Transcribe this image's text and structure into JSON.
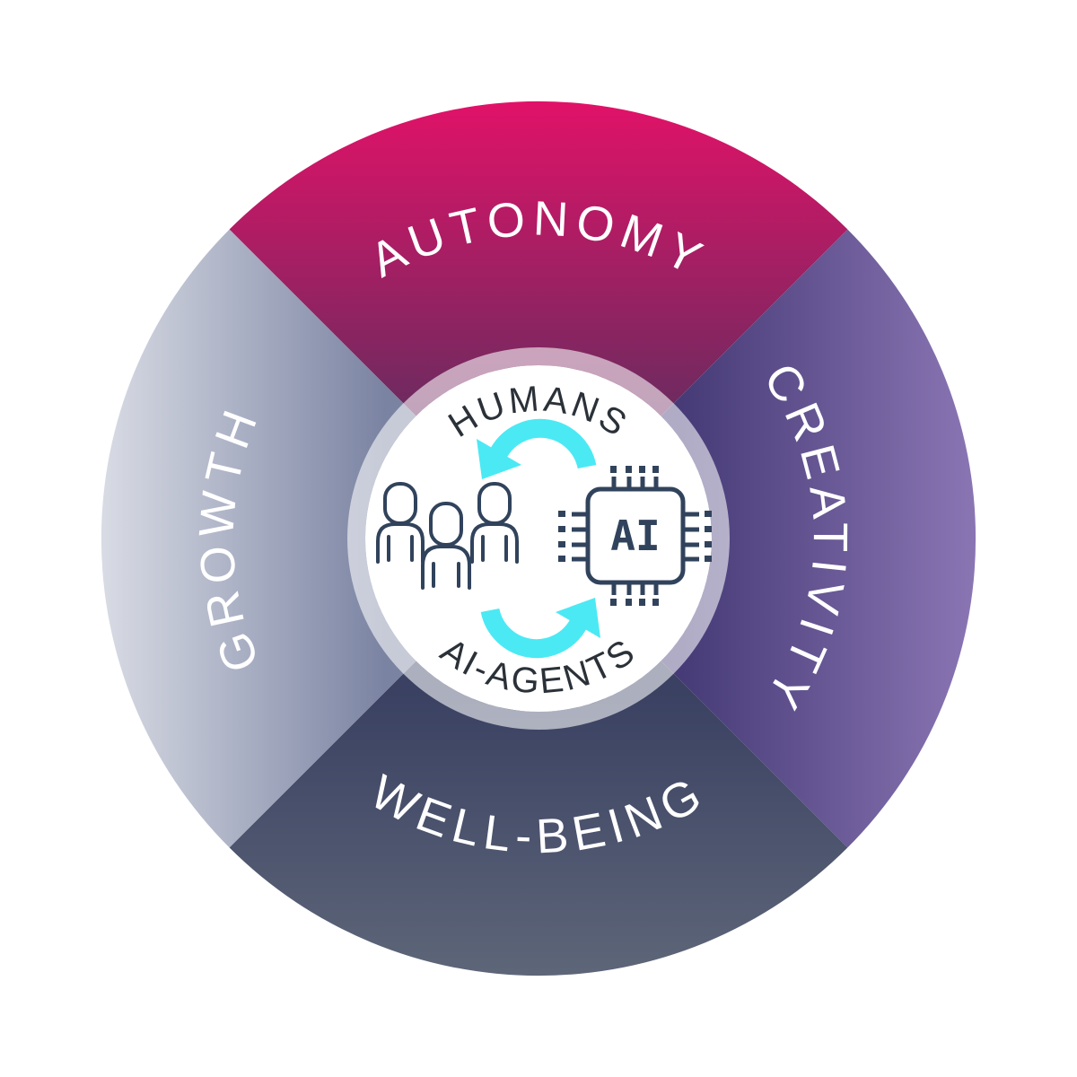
{
  "figure": {
    "type": "segmented-wheel-diagram",
    "background": "#FFFFFF",
    "label_color": "#FFFFFF",
    "ring_color": "#FFFFFF",
    "segments": [
      {
        "id": "autonomy",
        "label": "AUTONOMY",
        "position": "top",
        "color_outer": "#E11268",
        "color_inner": "#6F2A5F"
      },
      {
        "id": "creativity",
        "label": "CREATIVITY",
        "position": "right",
        "color_outer": "#8B76B4",
        "color_inner": "#463B77"
      },
      {
        "id": "well-being",
        "label": "WELL-BEING",
        "position": "bottom",
        "color_outer": "#5E6679",
        "color_inner": "#3A4162"
      },
      {
        "id": "growth",
        "label": "GROWTH",
        "position": "left",
        "color_outer": "#D8DBE4",
        "color_inner": "#7A83A2"
      }
    ],
    "hub": {
      "top_label": "HUMANS",
      "bottom_label": "AI-AGENTS",
      "chip_label": "AI",
      "text_color": "#2B3138",
      "icon_stroke_color": "#31435C",
      "arrow_color": "#4BE9F4",
      "icons": [
        "people-group-icon",
        "ai-chip-icon",
        "cycle-arrows-icon"
      ]
    }
  }
}
